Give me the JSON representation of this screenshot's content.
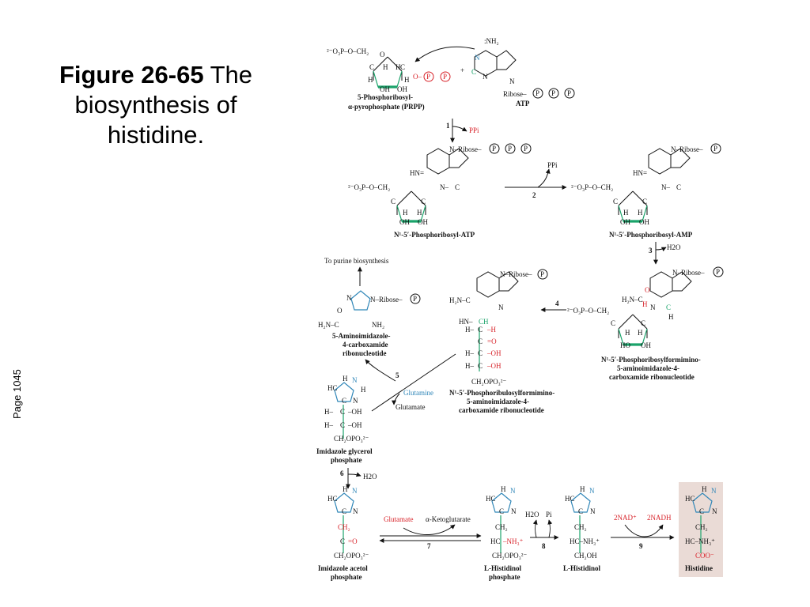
{
  "caption": {
    "figure": "Figure 26-65",
    "text": "The biosynthesis of histidine."
  },
  "page_label": "Page 1045",
  "colors": {
    "green": "#1aa36a",
    "red": "#d8232a",
    "blue": "#2f86b8",
    "highlight": "#eadbd6"
  },
  "compounds": {
    "prpp": {
      "l1": "5-Phosphoribosyl-",
      "l2": "α-pyrophosphate (PRPP)"
    },
    "atp": {
      "name": "ATP"
    },
    "prATP": {
      "name": "N¹-5′-Phosphoribosyl-ATP"
    },
    "prAMP": {
      "name": "N¹-5′-Phosphoribosyl-AMP"
    },
    "prFAR": {
      "l1": "N¹-5′-Phosphoribosylformimino-",
      "l2": "5-aminoimidazole-4-",
      "l3": "carboxamide ribonucleotide"
    },
    "pruFAR": {
      "l1": "N¹-5′-Phosphoribulosylformimino-",
      "l2": "5-aminoimidazole-4-",
      "l3": "carboxamide ribonucleotide"
    },
    "aicar": {
      "l1": "5-Aminoimidazole-",
      "l2": "4-carboxamide",
      "l3": "ribonucleotide"
    },
    "igp": {
      "l1": "Imidazole glycerol",
      "l2": "phosphate"
    },
    "iap": {
      "l1": "Imidazole acetol",
      "l2": "phosphate"
    },
    "hisp": {
      "l1": "L-Histidinol",
      "l2": "phosphate"
    },
    "hisol": {
      "name": "L-Histidinol"
    },
    "his": {
      "name": "Histidine"
    }
  },
  "reagents": {
    "ppi": "PPi",
    "h2o": "H2O",
    "to_purine": "To purine biosynthesis",
    "glutamine": "Glutamine",
    "glutamate": "Glutamate",
    "akg": "α-Ketoglutarate",
    "pi": "Pi",
    "nad": "2NAD⁺",
    "nadh": "2NADH"
  },
  "steps": [
    "1",
    "2",
    "3",
    "4",
    "5",
    "6",
    "7",
    "8",
    "9"
  ]
}
